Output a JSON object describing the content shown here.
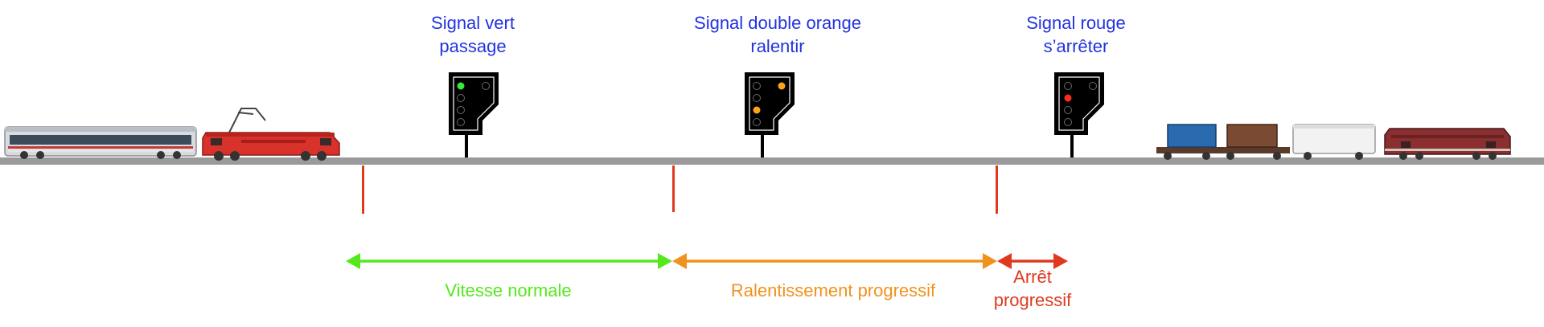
{
  "colors": {
    "title": "#2233e0",
    "track": "#9a9a9a",
    "marker": "#e03a1e",
    "green": "#55e81f",
    "orange": "#f0921e",
    "red": "#e03a1e",
    "signal_body": "#000000",
    "lamp_green": "#36e83a",
    "lamp_orange": "#ffa21a",
    "lamp_red": "#ff2a1a"
  },
  "signals": [
    {
      "id": "vert",
      "line1": "Signal vert",
      "line2": "passage",
      "lit": [
        "green-top"
      ]
    },
    {
      "id": "orange",
      "line1": "Signal double orange",
      "line2": "ralentir",
      "lit": [
        "orange-right",
        "orange-low"
      ]
    },
    {
      "id": "rouge",
      "line1": "Signal rouge",
      "line2": "s’arrêter",
      "lit": [
        "red-mid"
      ]
    }
  ],
  "zones": [
    {
      "id": "normal",
      "line1": "Vitesse normale",
      "color": "green"
    },
    {
      "id": "slow",
      "line1": "Ralentissement progressif",
      "color": "orange"
    },
    {
      "id": "stop",
      "line1": "Arrêt",
      "line2": "progressif",
      "color": "red"
    }
  ],
  "trains": {
    "left": [
      "passenger-coach",
      "electric-locomotive"
    ],
    "right": [
      "container-wagon-blue",
      "container-wagon-brown",
      "refrigerated-wagon",
      "diesel-locomotive"
    ]
  }
}
